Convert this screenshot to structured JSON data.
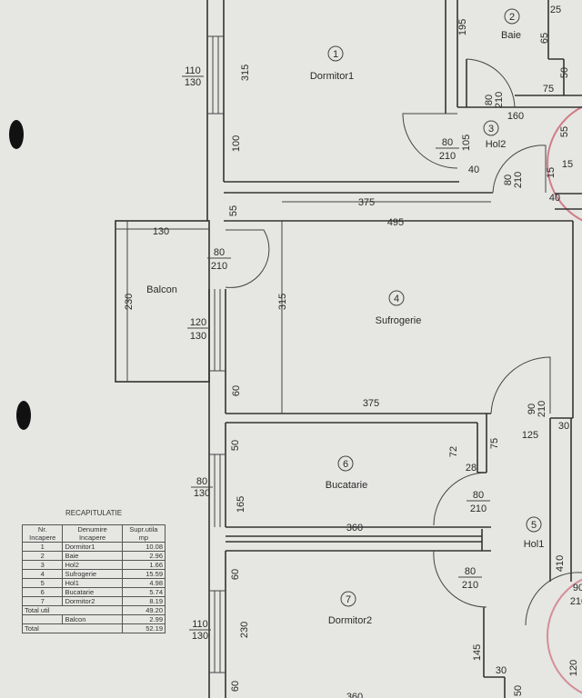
{
  "rooms": [
    {
      "num": "1",
      "name": "Dormitor1"
    },
    {
      "num": "2",
      "name": "Baie"
    },
    {
      "num": "3",
      "name": "Hol2"
    },
    {
      "num": "4",
      "name": "Sufrogerie"
    },
    {
      "num": "5",
      "name": "Hol1"
    },
    {
      "num": "6",
      "name": "Bucatarie"
    },
    {
      "num": "7",
      "name": "Dormitor2"
    }
  ],
  "balcony_label": "Balcon",
  "windows": [
    {
      "w": "110",
      "h": "130"
    },
    {
      "w": "120",
      "h": "130"
    },
    {
      "w": "80",
      "h": "130"
    },
    {
      "w": "110",
      "h": "130"
    }
  ],
  "doors": [
    {
      "w": "80",
      "h": "210"
    },
    {
      "w": "80",
      "h": "210"
    },
    {
      "w": "80",
      "h": "210"
    },
    {
      "w": "80",
      "h": "210"
    },
    {
      "w": "90",
      "h": "210"
    },
    {
      "w": "80",
      "h": "210"
    },
    {
      "w": "80",
      "h": "210"
    },
    {
      "w": "90",
      "h": "210"
    }
  ],
  "dims": [
    "315",
    "100",
    "55",
    "375",
    "495",
    "130",
    "230",
    "315",
    "60",
    "375",
    "50",
    "165",
    "360",
    "60",
    "230",
    "60",
    "360",
    "195",
    "65",
    "25",
    "50",
    "75",
    "160",
    "105",
    "55",
    "40",
    "15",
    "15",
    "40",
    "72",
    "75",
    "28",
    "125",
    "30",
    "410",
    "145",
    "30",
    "50",
    "120"
  ],
  "recap": {
    "title": "RECAPITULATIE",
    "headers": [
      "Nr. Incapere",
      "Denumire Incapere",
      "Supr.utila mp"
    ],
    "rows": [
      [
        "1",
        "Dormitor1",
        "10.08"
      ],
      [
        "2",
        "Baie",
        "2.96"
      ],
      [
        "3",
        "Hol2",
        "1.66"
      ],
      [
        "4",
        "Sufrogerie",
        "15.59"
      ],
      [
        "5",
        "Hol1",
        "4.98"
      ],
      [
        "6",
        "Bucatarie",
        "5.74"
      ],
      [
        "7",
        "Dormitor2",
        "8.19"
      ]
    ],
    "total_util_label": "Total  util",
    "total_util": "49.20",
    "balcon_label": "Balcon",
    "balcon": "2.99",
    "total_label": "Total",
    "total": "52.19"
  },
  "colors": {
    "paper": "#e6e6e3",
    "ink": "#333333",
    "stamp": "#c0394a"
  }
}
